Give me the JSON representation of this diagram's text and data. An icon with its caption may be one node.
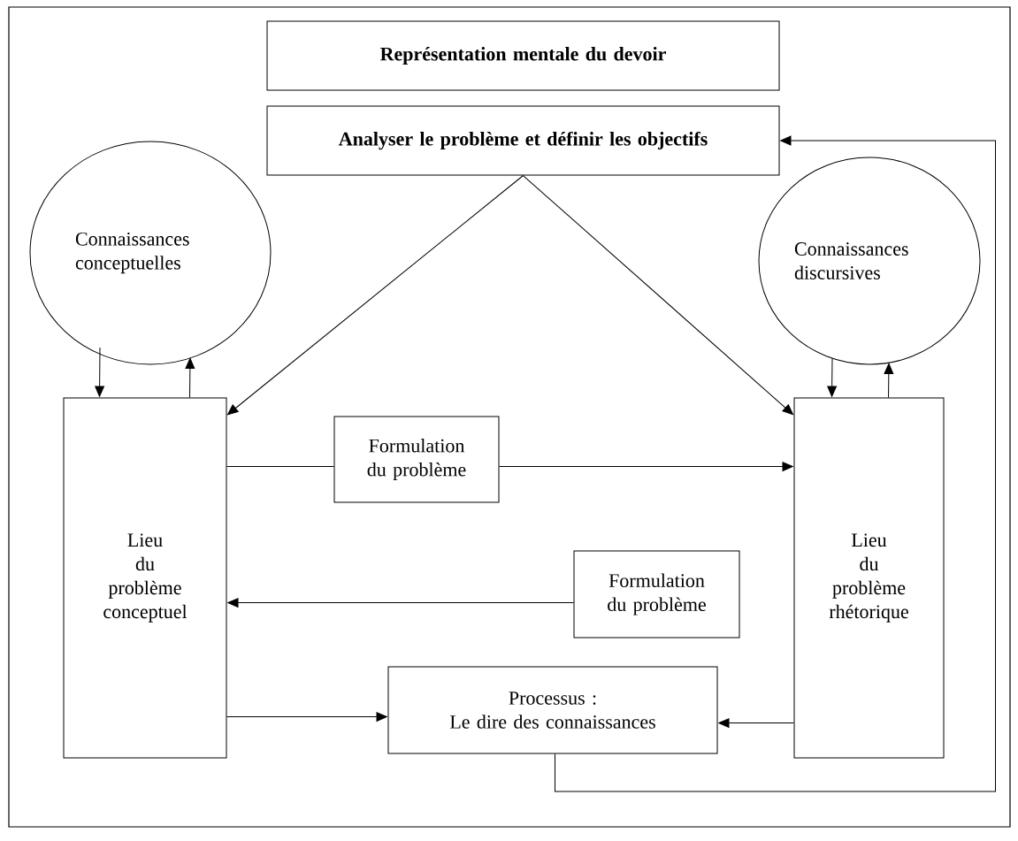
{
  "diagram": {
    "nodes": [
      {
        "text": [
          "Représentation mentale du devoir"
        ]
      },
      {
        "text": [
          "Analyser le problème et définir les objectifs"
        ]
      },
      {
        "text": [
          "Connaissances conceptuelles"
        ]
      },
      {
        "text": [
          "Connaissances discursives"
        ]
      },
      {
        "text": [
          "Lieu du problème conceptuel"
        ]
      },
      {
        "text": [
          "Formulation du problème"
        ]
      },
      {
        "text": [
          "Lieu du problème rhétorique"
        ]
      },
      {
        "text": [
          "Formulation du problème"
        ]
      },
      {
        "text": [
          "Processus :",
          "Le dire des connaissances"
        ]
      }
    ],
    "edges": [
      {
        "from": 1,
        "to": 4,
        "arrow": "to"
      },
      {
        "from": 1,
        "to": 6,
        "arrow": "to"
      },
      {
        "from": 2,
        "to": 4,
        "arrow": "to"
      },
      {
        "from": 4,
        "to": 2,
        "arrow": "to"
      },
      {
        "from": 3,
        "to": 6,
        "arrow": "to"
      },
      {
        "from": 6,
        "to": 3,
        "arrow": "to"
      },
      {
        "from": 4,
        "to": 5,
        "arrow": "none"
      },
      {
        "from": 5,
        "to": 6,
        "arrow": "to"
      },
      {
        "from": 7,
        "to": 4,
        "arrow": "to"
      },
      {
        "from": 4,
        "to": 8,
        "arrow": "to"
      },
      {
        "from": 6,
        "to": 8,
        "arrow": "to"
      },
      {
        "from": 8,
        "to": 1,
        "arrow": "to"
      }
    ]
  }
}
